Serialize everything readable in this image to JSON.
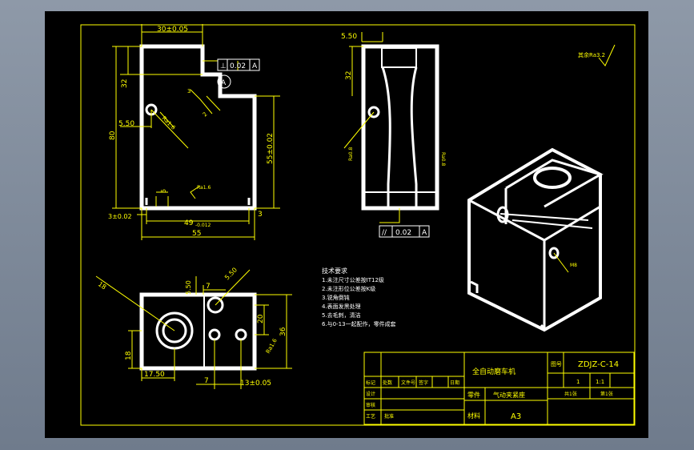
{
  "drawing": {
    "colors": {
      "background": "#000000",
      "outline": "#ffffff",
      "dimension": "#ffff00",
      "frame": "#ffff00",
      "viewport": "#7d8898"
    },
    "top_view": {
      "dims": {
        "top_width": "30±0.05",
        "height_32": "32",
        "hole_offset": "5.50",
        "height_80": "80",
        "width_55": "55",
        "width_49": "49",
        "width_49_tol": "-0.012",
        "height_55": "55±0.02",
        "offset_3_tol": "3±0.02",
        "offset_3": "3",
        "relief_5": "5",
        "step_3": "3",
        "step_2": "2"
      },
      "gdt": {
        "symbol": "⊥",
        "tolerance": "0.02",
        "datum": "A"
      },
      "datum_label": "A",
      "surface_note": "Ra1.6"
    },
    "side_view": {
      "dims": {
        "top": "5.50",
        "height": "32"
      },
      "gdt": {
        "symbol": "//",
        "tolerance": "0.02",
        "datum": "A"
      },
      "roughness": [
        "Ra0.8",
        "Ra0.8"
      ]
    },
    "bottom_view": {
      "dims": {
        "seven_top": "7",
        "offset_5_50": "5.50",
        "thread_spec": "5.50",
        "hole_dia": "18",
        "height_20": "20",
        "height_36": "36",
        "height_18": "18",
        "width_17_50": "17.50",
        "seven_bottom": "7",
        "width_13": "13±0.05"
      }
    },
    "notes": {
      "title": "技术要求",
      "lines": [
        "1.未注尺寸公差按IT12级",
        "2.未注形位公差按K级",
        "3.锐角倒钝",
        "4.表面发黑处理",
        "5.去毛刺，清洁",
        "6.与0-13一起配作，零件成套"
      ]
    },
    "surface_mark": "其余Ra3.2",
    "title_block": {
      "machine_name": "全自动磨车机",
      "drawing_no_label": "图号",
      "drawing_no": "ZDJZ-C-14",
      "part_label": "零件",
      "part_name": "气动夹紧座",
      "material_label": "材料",
      "sheet_size": "A3",
      "header_cells": [
        "标记",
        "处数",
        "文件号",
        "签字",
        "日期"
      ],
      "row_labels": [
        "设计",
        "审核",
        "工艺",
        "批准"
      ],
      "scale_cells": [
        "1",
        "1:1"
      ],
      "sheet_label": "共1张",
      "page_label": "第1张"
    },
    "iso_view": {
      "note": "M8"
    }
  }
}
